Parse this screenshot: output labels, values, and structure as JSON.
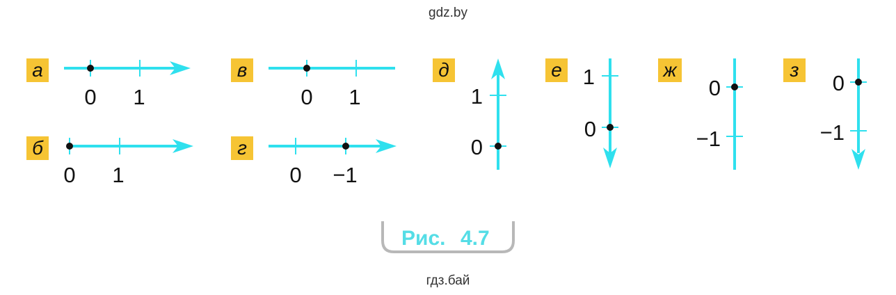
{
  "watermarks": {
    "top": "gdz.by",
    "bottom": "гдз.бай"
  },
  "colors": {
    "axis": "#2fe0ee",
    "label_bg": "#f6c434",
    "caption_text": "#55dde6",
    "caption_border": "#b8b8b8",
    "dot": "#111111",
    "text": "#111111"
  },
  "figure": {
    "caption_word": "Рис.",
    "caption_number": "4.7",
    "lines": [
      {
        "letter": "а",
        "orientation": "horizontal",
        "arrow": true,
        "ticks": [
          {
            "label": "0",
            "dot": true
          },
          {
            "label": "1",
            "dot": false
          }
        ]
      },
      {
        "letter": "б",
        "orientation": "horizontal",
        "arrow": true,
        "ticks": [
          {
            "label": "0",
            "dot": true
          },
          {
            "label": "1",
            "dot": false
          }
        ]
      },
      {
        "letter": "в",
        "orientation": "horizontal",
        "arrow": false,
        "ticks": [
          {
            "label": "0",
            "dot": true
          },
          {
            "label": "1",
            "dot": false
          }
        ]
      },
      {
        "letter": "г",
        "orientation": "horizontal",
        "arrow": true,
        "ticks": [
          {
            "label": "0",
            "dot": false
          },
          {
            "label": "−1",
            "dot": true
          }
        ]
      },
      {
        "letter": "д",
        "orientation": "vertical-up",
        "arrow": true,
        "ticks": [
          {
            "label": "1",
            "dot": false
          },
          {
            "label": "0",
            "dot": true
          }
        ]
      },
      {
        "letter": "е",
        "orientation": "vertical-down",
        "arrow": true,
        "ticks": [
          {
            "label": "1",
            "dot": false
          },
          {
            "label": "0",
            "dot": true
          }
        ]
      },
      {
        "letter": "ж",
        "orientation": "vertical-down",
        "arrow": false,
        "ticks": [
          {
            "label": "0",
            "dot": true
          },
          {
            "label": "−1",
            "dot": false
          }
        ]
      },
      {
        "letter": "з",
        "orientation": "vertical-down",
        "arrow": true,
        "ticks": [
          {
            "label": "0",
            "dot": true
          },
          {
            "label": "−1",
            "dot": false
          }
        ]
      }
    ]
  }
}
